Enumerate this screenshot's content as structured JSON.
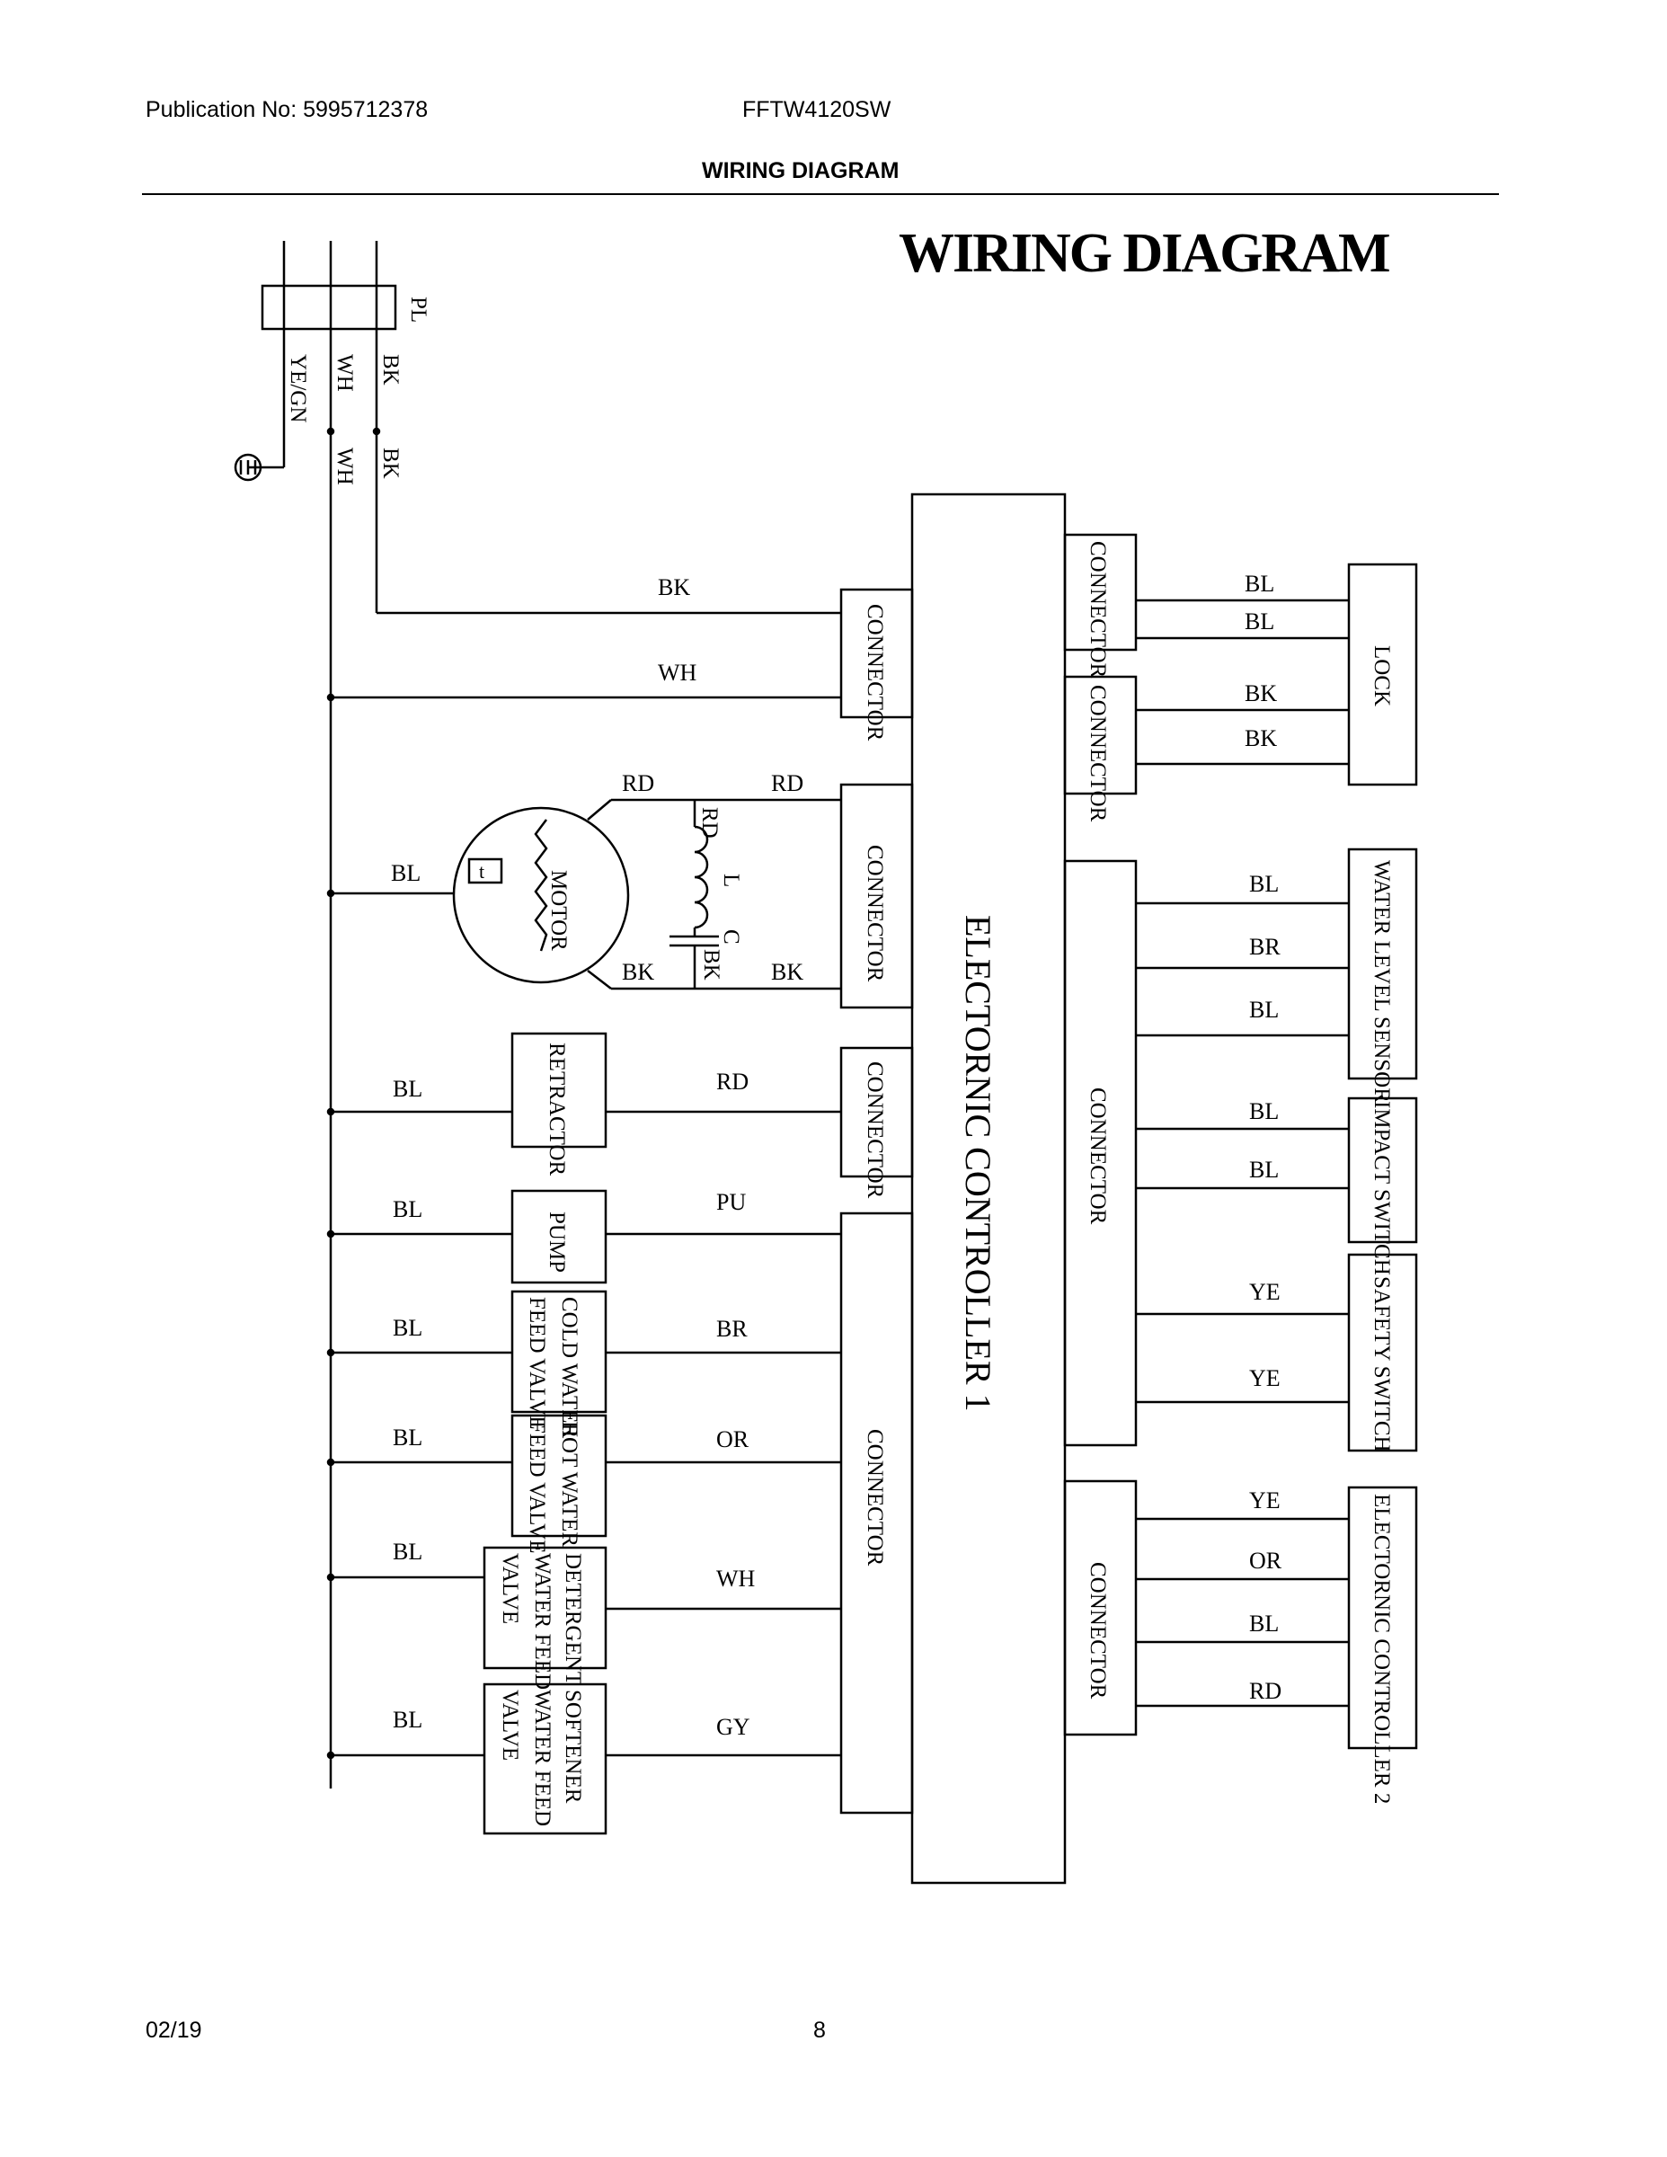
{
  "header": {
    "publication": "Publication No: 5995712378",
    "model": "FFTW4120SW",
    "section": "WIRING DIAGRAM"
  },
  "footer": {
    "date": "02/19",
    "page": "8"
  },
  "diagram": {
    "title": "WIRING DIAGRAM",
    "plug_label": "PL",
    "wires_top": {
      "ground": "YE/GN",
      "neutral": "WH",
      "line": "BK"
    },
    "controller1": "ELECTORNIC CONTROLLER 1",
    "connector": "CONNECTOR",
    "motor": "MOTOR",
    "thermal": "t",
    "inductor": "L",
    "capacitor": "C",
    "components": {
      "retractor": "RETRACTOR",
      "pump": "PUMP",
      "cold_valve": [
        "COLD WATER",
        "FEED VALVE"
      ],
      "hot_valve": [
        "HOT WATER",
        "FEED VALVE"
      ],
      "detergent_valve": [
        "DETERGENT",
        "WATER FEED",
        "VALVE"
      ],
      "softener_valve": [
        "SOFTENER",
        "WATER FEED",
        "VALVE"
      ],
      "lock": "LOCK",
      "water_level_sensor": "WATER LEVEL SENSOR",
      "impact_switch": "IMPACT SWITCH",
      "safety_switch": "SAFETY SWITCH",
      "controller2": "ELECTORNIC CONTROLLER 2"
    },
    "wire_colors": {
      "power_bk": "BK",
      "power_wh": "WH",
      "motor_rd1": "RD",
      "motor_rd2": "RD",
      "inductor_rd": "RD",
      "motor_bk1": "BK",
      "cap_bk": "BK",
      "motor_bk2": "BK",
      "motor_bl": "BL",
      "retractor_bl": "BL",
      "retractor_rd": "RD",
      "pump_bl": "BL",
      "pump_pu": "PU",
      "cold_bl": "BL",
      "cold_br": "BR",
      "hot_bl": "BL",
      "hot_or": "OR",
      "det_bl": "BL",
      "det_wh": "WH",
      "soft_bl": "BL",
      "soft_gy": "GY",
      "lock_1": "BL",
      "lock_2": "BL",
      "lock_3": "BK",
      "lock_4": "BK",
      "wls_1": "BL",
      "wls_2": "BR",
      "wls_3": "BL",
      "imp_1": "BL",
      "imp_2": "BL",
      "safe_1": "YE",
      "safe_2": "YE",
      "ec2_1": "YE",
      "ec2_2": "OR",
      "ec2_3": "BL",
      "ec2_4": "RD"
    }
  }
}
